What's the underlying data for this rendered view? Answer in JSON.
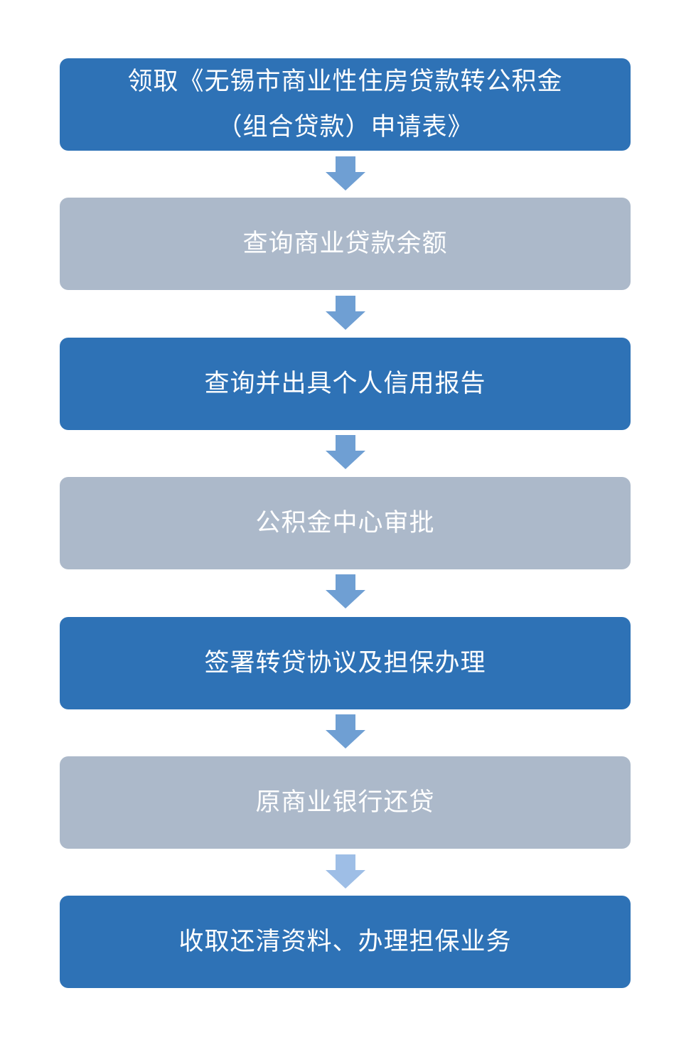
{
  "colors": {
    "blue_step": "#2e72b6",
    "gray_step": "#acb9ca",
    "arrow": "#6f9fd3",
    "text": "#ffffff"
  },
  "steps": [
    {
      "lines": [
        "领取《无锡市商业性住房贷款转公积金",
        "（组合贷款）申请表》"
      ],
      "style": "blue"
    },
    {
      "lines": [
        "查询商业贷款余额"
      ],
      "style": "gray"
    },
    {
      "lines": [
        "查询并出具个人信用报告"
      ],
      "style": "blue"
    },
    {
      "lines": [
        "公积金中心审批"
      ],
      "style": "gray"
    },
    {
      "lines": [
        "签署转贷协议及担保办理"
      ],
      "style": "blue"
    },
    {
      "lines": [
        "原商业银行还贷"
      ],
      "style": "gray"
    },
    {
      "lines": [
        "收取还清资料、办理担保业务"
      ],
      "style": "blue"
    }
  ],
  "arrows": [
    {
      "icon": "down-arrow-icon"
    },
    {
      "icon": "down-arrow-icon"
    },
    {
      "icon": "down-arrow-icon"
    },
    {
      "icon": "down-arrow-icon"
    },
    {
      "icon": "down-arrow-icon"
    },
    {
      "icon": "down-arrow-icon"
    }
  ]
}
